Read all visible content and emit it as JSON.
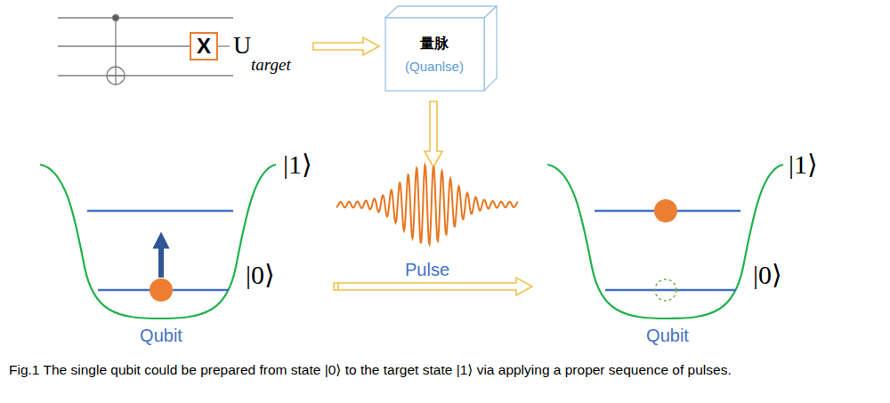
{
  "diagram": {
    "caption": "Fig.1 The single qubit could be prepared from state |0⟩ to the target state |1⟩ via applying a proper sequence of pulses.",
    "nodes": [
      {
        "text": [
          "X"
        ]
      },
      {
        "text": [
          "量脉",
          "(Quanlse)"
        ]
      }
    ],
    "labels": [
      "U",
      "target",
      "|1⟩",
      "|0⟩",
      "Pulse",
      "|1⟩",
      "|0⟩",
      "Qubit",
      "Qubit"
    ]
  }
}
